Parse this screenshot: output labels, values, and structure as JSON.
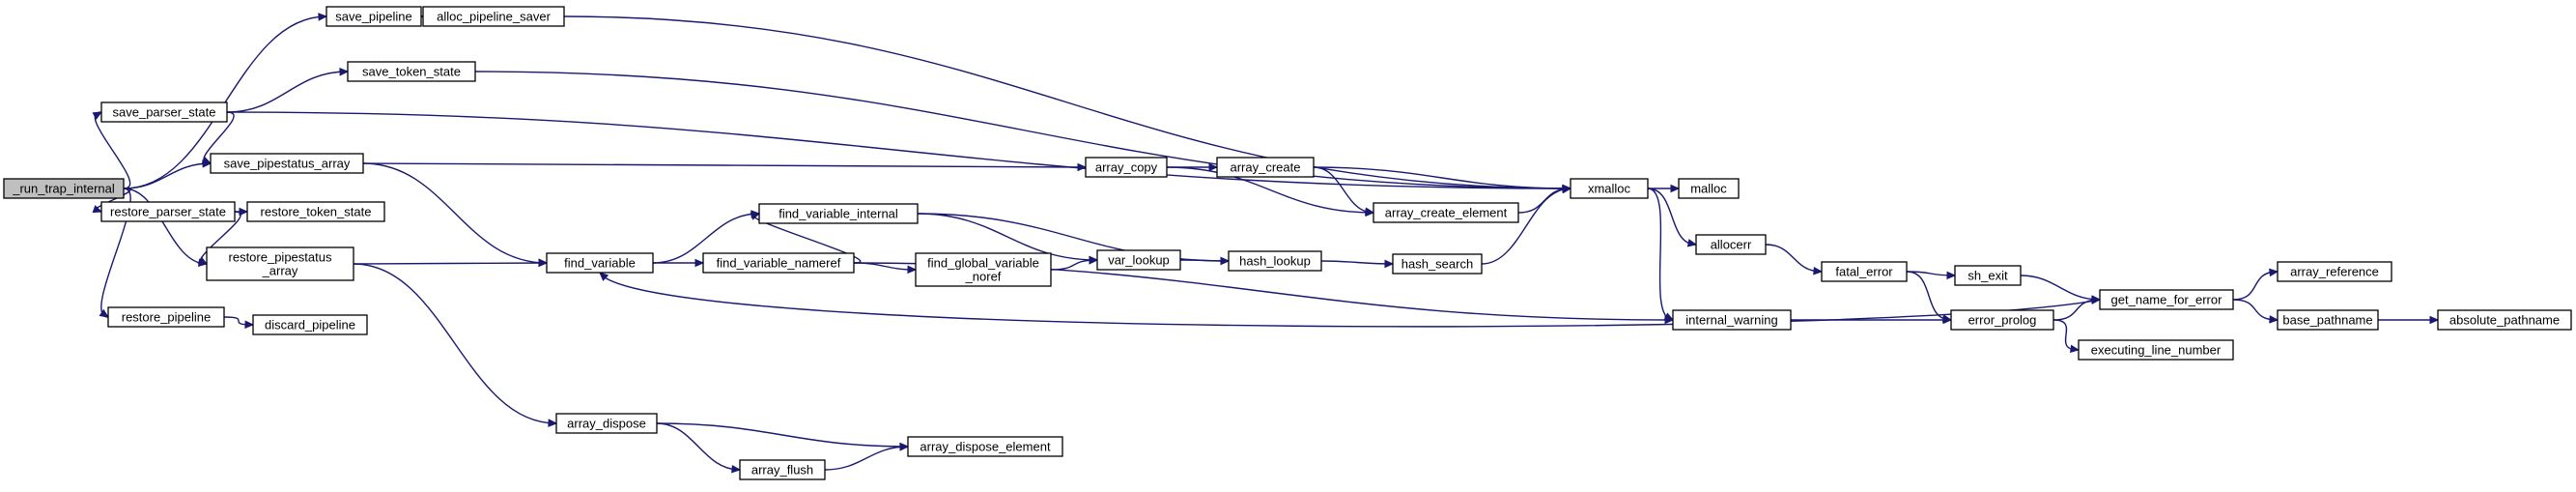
{
  "nodes": {
    "run_trap_internal": {
      "lines": [
        "_run_trap_internal"
      ],
      "root": true
    },
    "save_pipeline": {
      "lines": [
        "save_pipeline"
      ]
    },
    "alloc_pipeline_saver": {
      "lines": [
        "alloc_pipeline_saver"
      ]
    },
    "save_token_state": {
      "lines": [
        "save_token_state"
      ]
    },
    "save_parser_state": {
      "lines": [
        "save_parser_state"
      ]
    },
    "save_pipestatus_array": {
      "lines": [
        "save_pipestatus_array"
      ]
    },
    "restore_parser_state": {
      "lines": [
        "restore_parser_state"
      ]
    },
    "restore_token_state": {
      "lines": [
        "restore_token_state"
      ]
    },
    "restore_pipestatus_array": {
      "lines": [
        "restore_pipestatus",
        "_array"
      ]
    },
    "restore_pipeline": {
      "lines": [
        "restore_pipeline"
      ]
    },
    "discard_pipeline": {
      "lines": [
        "discard_pipeline"
      ]
    },
    "find_variable": {
      "lines": [
        "find_variable"
      ]
    },
    "find_variable_internal": {
      "lines": [
        "find_variable_internal"
      ]
    },
    "find_variable_nameref": {
      "lines": [
        "find_variable_nameref"
      ]
    },
    "find_global_variable_noref": {
      "lines": [
        "find_global_variable",
        "_noref"
      ]
    },
    "var_lookup": {
      "lines": [
        "var_lookup"
      ]
    },
    "hash_lookup": {
      "lines": [
        "hash_lookup"
      ]
    },
    "hash_search": {
      "lines": [
        "hash_search"
      ]
    },
    "array_copy": {
      "lines": [
        "array_copy"
      ]
    },
    "array_create": {
      "lines": [
        "array_create"
      ]
    },
    "array_create_element": {
      "lines": [
        "array_create_element"
      ]
    },
    "array_dispose": {
      "lines": [
        "array_dispose"
      ]
    },
    "array_flush": {
      "lines": [
        "array_flush"
      ]
    },
    "array_dispose_element": {
      "lines": [
        "array_dispose_element"
      ]
    },
    "xmalloc": {
      "lines": [
        "xmalloc"
      ]
    },
    "malloc": {
      "lines": [
        "malloc"
      ]
    },
    "allocerr": {
      "lines": [
        "allocerr"
      ]
    },
    "fatal_error": {
      "lines": [
        "fatal_error"
      ]
    },
    "sh_exit": {
      "lines": [
        "sh_exit"
      ]
    },
    "internal_warning": {
      "lines": [
        "internal_warning"
      ]
    },
    "error_prolog": {
      "lines": [
        "error_prolog"
      ]
    },
    "executing_line_number": {
      "lines": [
        "executing_line_number"
      ]
    },
    "get_name_for_error": {
      "lines": [
        "get_name_for_error"
      ]
    },
    "array_reference": {
      "lines": [
        "array_reference"
      ]
    },
    "base_pathname": {
      "lines": [
        "base_pathname"
      ]
    },
    "absolute_pathname": {
      "lines": [
        "absolute_pathname"
      ]
    }
  },
  "edges": [
    [
      "run_trap_internal",
      "save_pipeline"
    ],
    [
      "run_trap_internal",
      "save_parser_state"
    ],
    [
      "run_trap_internal",
      "save_pipestatus_array"
    ],
    [
      "run_trap_internal",
      "restore_parser_state"
    ],
    [
      "run_trap_internal",
      "restore_pipestatus_array"
    ],
    [
      "run_trap_internal",
      "restore_pipeline"
    ],
    [
      "save_pipeline",
      "alloc_pipeline_saver"
    ],
    [
      "alloc_pipeline_saver",
      "xmalloc"
    ],
    [
      "save_parser_state",
      "save_token_state"
    ],
    [
      "save_parser_state",
      "save_pipestatus_array"
    ],
    [
      "save_parser_state",
      "xmalloc"
    ],
    [
      "save_token_state",
      "xmalloc"
    ],
    [
      "save_pipestatus_array",
      "array_copy"
    ],
    [
      "save_pipestatus_array",
      "find_variable"
    ],
    [
      "restore_parser_state",
      "restore_token_state"
    ],
    [
      "restore_parser_state",
      "restore_pipestatus_array"
    ],
    [
      "restore_pipestatus_array",
      "find_variable"
    ],
    [
      "restore_pipestatus_array",
      "array_dispose"
    ],
    [
      "restore_pipeline",
      "discard_pipeline"
    ],
    [
      "find_variable",
      "find_variable_internal"
    ],
    [
      "find_variable",
      "find_variable_nameref"
    ],
    [
      "find_variable_nameref",
      "find_variable_internal"
    ],
    [
      "find_variable_nameref",
      "find_global_variable_noref"
    ],
    [
      "find_variable_nameref",
      "internal_warning"
    ],
    [
      "find_variable_internal",
      "var_lookup"
    ],
    [
      "find_variable_internal",
      "hash_lookup"
    ],
    [
      "find_global_variable_noref",
      "var_lookup"
    ],
    [
      "var_lookup",
      "hash_lookup"
    ],
    [
      "hash_lookup",
      "hash_search"
    ],
    [
      "hash_search",
      "xmalloc"
    ],
    [
      "array_copy",
      "array_create"
    ],
    [
      "array_copy",
      "array_create_element"
    ],
    [
      "array_create",
      "xmalloc"
    ],
    [
      "array_create",
      "array_create_element"
    ],
    [
      "array_create_element",
      "xmalloc"
    ],
    [
      "array_dispose",
      "array_flush"
    ],
    [
      "array_dispose",
      "array_dispose_element"
    ],
    [
      "array_flush",
      "array_dispose_element"
    ],
    [
      "xmalloc",
      "malloc"
    ],
    [
      "xmalloc",
      "allocerr"
    ],
    [
      "xmalloc",
      "internal_warning"
    ],
    [
      "allocerr",
      "fatal_error"
    ],
    [
      "fatal_error",
      "sh_exit"
    ],
    [
      "fatal_error",
      "error_prolog"
    ],
    [
      "sh_exit",
      "get_name_for_error"
    ],
    [
      "internal_warning",
      "error_prolog"
    ],
    [
      "error_prolog",
      "get_name_for_error"
    ],
    [
      "error_prolog",
      "executing_line_number"
    ],
    [
      "get_name_for_error",
      "find_variable"
    ],
    [
      "get_name_for_error",
      "array_reference"
    ],
    [
      "get_name_for_error",
      "base_pathname"
    ],
    [
      "base_pathname",
      "absolute_pathname"
    ]
  ]
}
